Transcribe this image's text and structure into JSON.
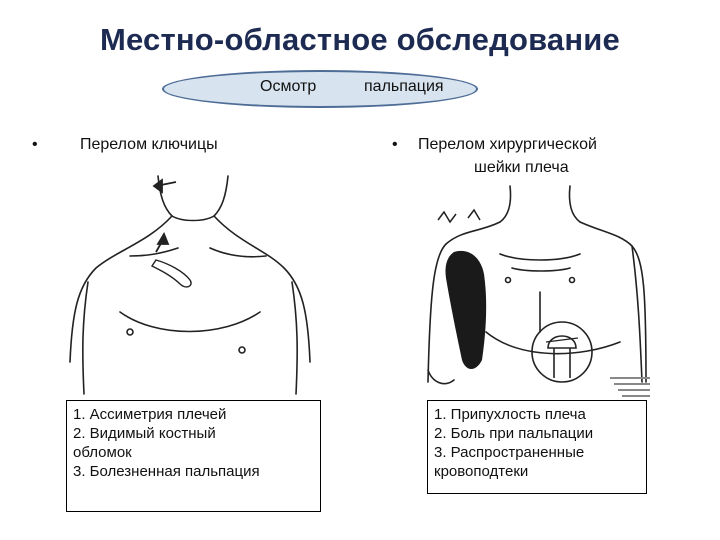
{
  "title": "Местно-областное обследование",
  "oval": {
    "left_label": "Осмотр",
    "right_label": "пальпация"
  },
  "left": {
    "bullet": "•",
    "heading": "Перелом ключицы",
    "signs": [
      "1.  Ассиметрия плечей",
      "2.  Видимый костный",
      "обломок",
      "3.  Болезненная пальпация"
    ]
  },
  "right": {
    "bullet": "•",
    "heading_line1": "Перелом хирургической",
    "heading_line2": "шейки плеча",
    "signs": [
      "1.  Припухлость плеча",
      "2.  Боль при пальпации",
      "3.  Распространенные",
      "кровоподтеки"
    ]
  },
  "colors": {
    "title": "#1d2b52",
    "oval_fill": "#d7e3ef",
    "oval_border": "#4e6d96"
  },
  "icons": [
    "clavicle-fracture-illustration",
    "humerus-neck-fracture-illustration"
  ]
}
